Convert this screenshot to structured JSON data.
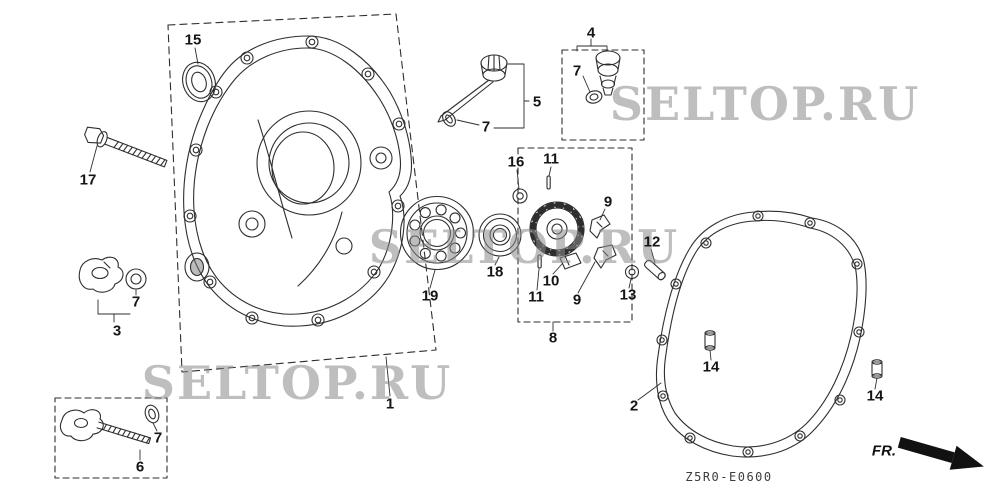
{
  "watermarks": [
    {
      "text": "SELTOP.RU"
    },
    {
      "text": "SELTOP.RU"
    },
    {
      "text": "SELTOP.RU"
    }
  ],
  "diagram": {
    "code": "Z5R0-E0600",
    "direction_label": "FR.",
    "callouts": [
      {
        "label": "15"
      },
      {
        "label": "17"
      },
      {
        "label": "7"
      },
      {
        "label": "3"
      },
      {
        "label": "6"
      },
      {
        "label": "7"
      },
      {
        "label": "1"
      },
      {
        "label": "19"
      },
      {
        "label": "18"
      },
      {
        "label": "7"
      },
      {
        "label": "5"
      },
      {
        "label": "7"
      },
      {
        "label": "4"
      },
      {
        "label": "16"
      },
      {
        "label": "11"
      },
      {
        "label": "9"
      },
      {
        "label": "12"
      },
      {
        "label": "13"
      },
      {
        "label": "10"
      },
      {
        "label": "11"
      },
      {
        "label": "9"
      },
      {
        "label": "8"
      },
      {
        "label": "2"
      },
      {
        "label": "14"
      },
      {
        "label": "14"
      }
    ]
  }
}
